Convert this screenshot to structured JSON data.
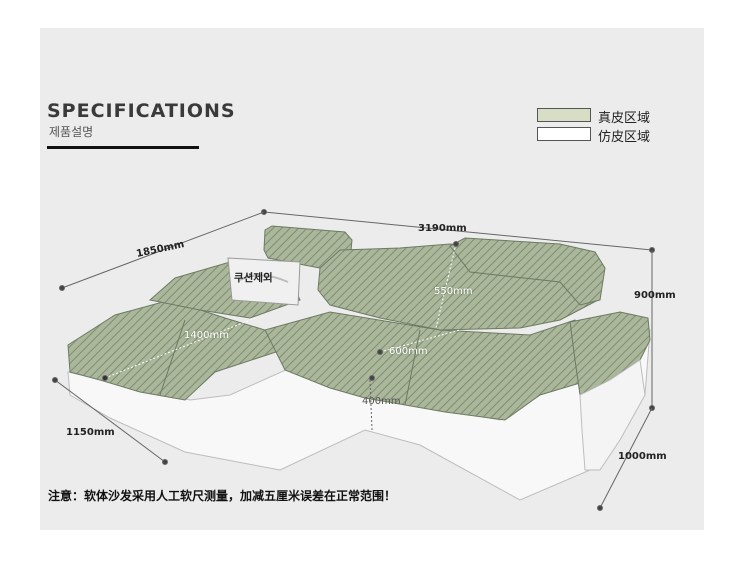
{
  "header": {
    "title": "SPECIFICATIONS",
    "subtitle": "제품설명"
  },
  "legend": {
    "items": [
      {
        "label": "真皮区域",
        "color": "#d6dfc5"
      },
      {
        "label": "仿皮区域",
        "color": "#ffffff"
      }
    ]
  },
  "dimensions": {
    "total_length": "3190mm",
    "chaise_length": "1850mm",
    "backrest_height": "900mm",
    "total_height": "1000mm",
    "chaise_depth": "1150mm",
    "chaise_seat": "1400mm",
    "back_depth": "550mm",
    "seat_depth": "600mm",
    "seat_height": "400mm"
  },
  "cushion": {
    "label": "쿠션제외"
  },
  "note": {
    "text": "注意：软体沙发采用人工软尺测量，加减五厘米误差在正常范围！"
  },
  "colors": {
    "panel_bg": "#ececec",
    "leather_green": "#aab79a",
    "leather_stripe": "#7f8c72",
    "base_white": "#f7f7f7",
    "accent_dark": "#111111"
  }
}
